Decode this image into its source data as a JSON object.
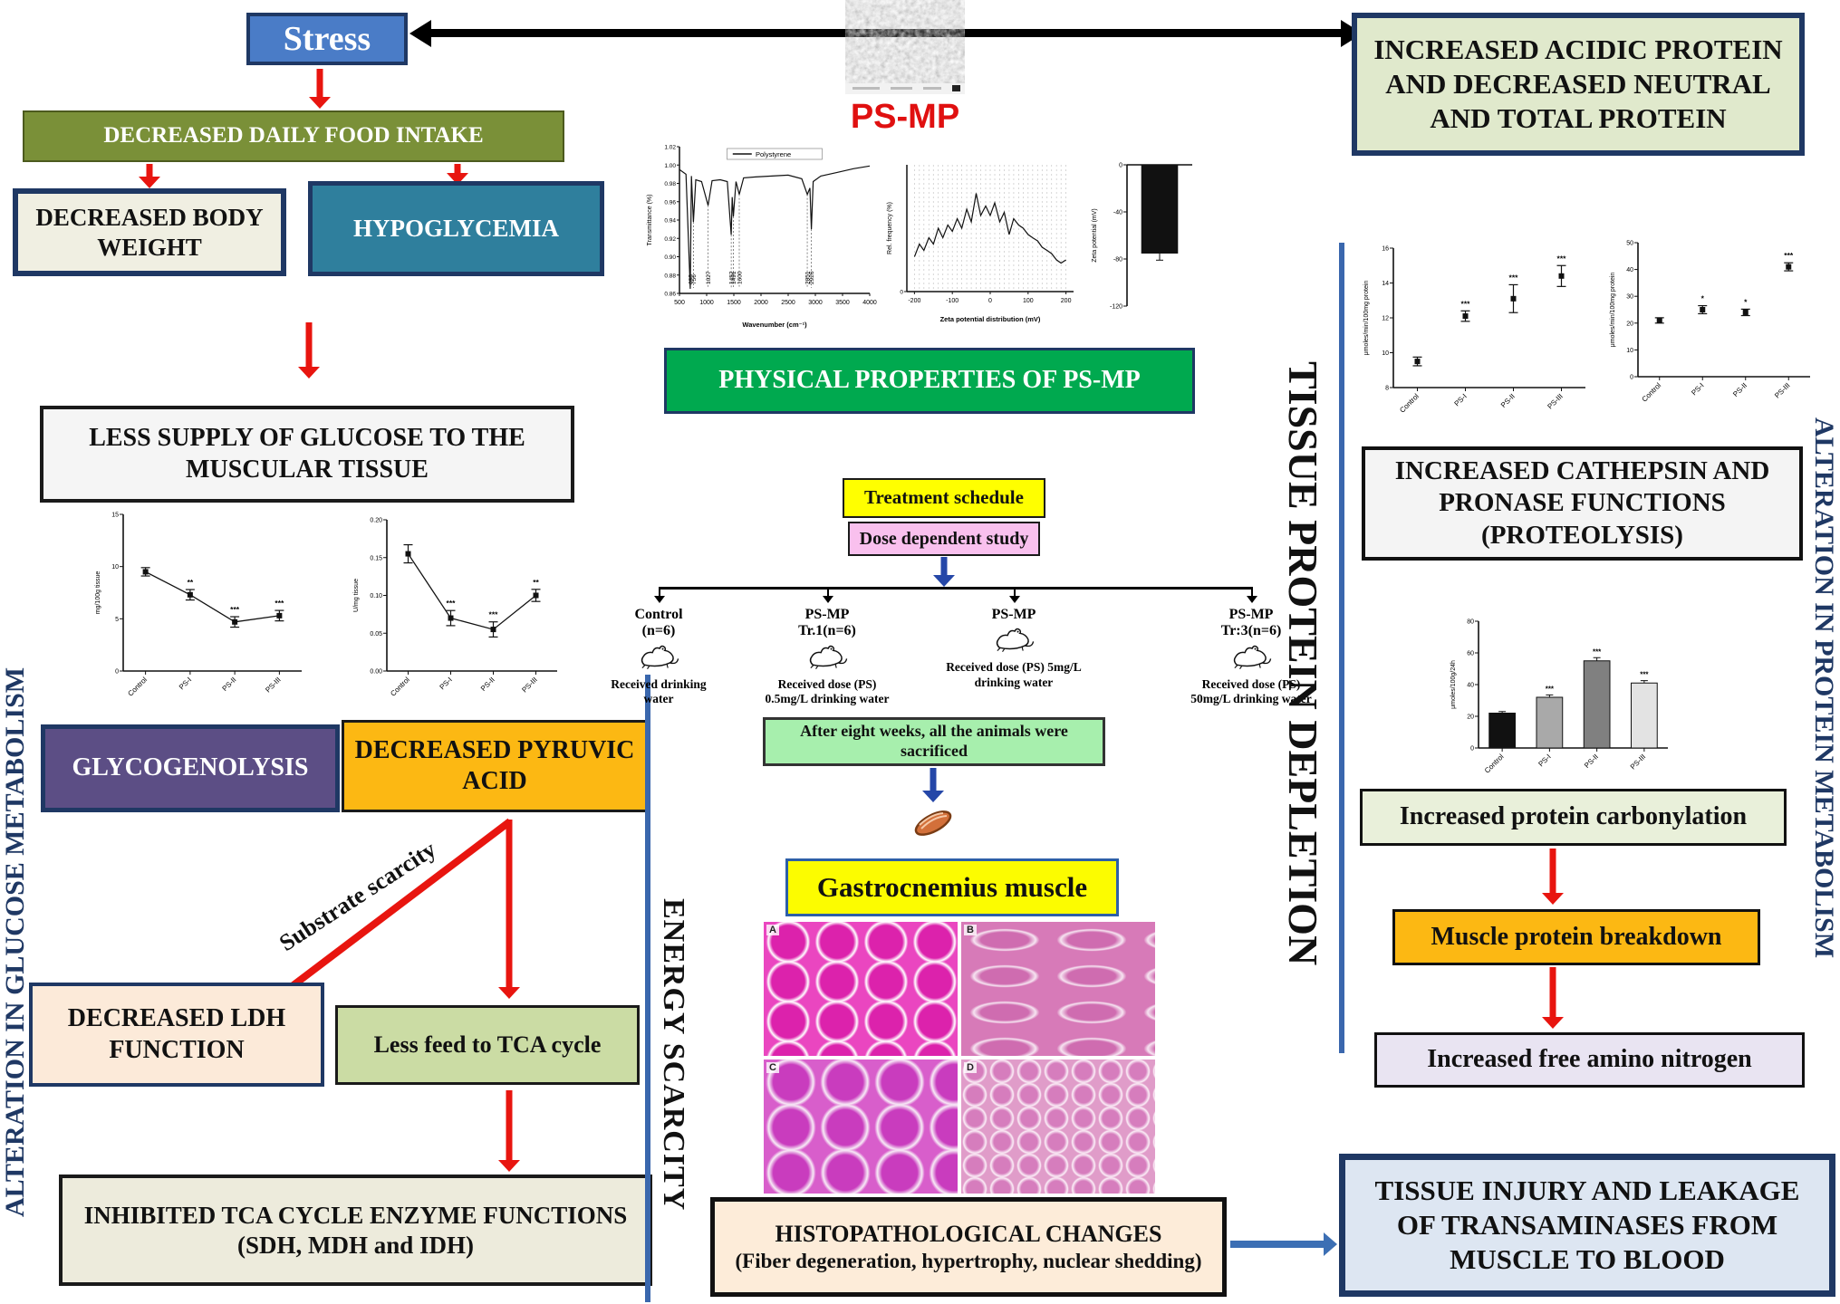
{
  "labels": {
    "stress": "Stress",
    "food_intake": "DECREASED  DAILY  FOOD  INTAKE",
    "body_weight": "DECREASED BODY WEIGHT",
    "hypoglycemia": "HYPOGLYCEMIA",
    "less_supply": "LESS SUPPLY  OF GLUCOSE  TO THE MUSCULAR  TISSUE",
    "glycogenolysis": "GLYCOGENOLYSIS",
    "pyruvic": "DECREASED PYRUVIC  ACID",
    "substrate_scarcity": "Substrate scarcity",
    "ldh": "DECREASED  LDH FUNCTION",
    "tca_feed": "Less feed  to TCA  cycle",
    "inhibited": "INHIBITED  TCA CYCLE  ENZYME FUNCTIONS  (SDH, MDH  and  IDH)",
    "alteration_glucose": "ALTERATION IN GLUCOSE METABOLISM",
    "energy_scarcity": "ENERGY SCARCITY",
    "ps_mp": "PS-MP",
    "physical_properties": "PHYSICAL  PROPERTIES  OF PS-MP",
    "treatment_schedule": "Treatment schedule",
    "dose_study": "Dose dependent study",
    "sacrificed": "After eight weeks, all the animals were sacrificed",
    "gastrocnemius": "Gastrocnemius  muscle",
    "histo_line1": "HISTOPATHOLOGICAL  CHANGES",
    "histo_line2": "(Fiber degeneration, hypertrophy, nuclear shedding)",
    "acidic_protein": "INCREASED ACIDIC PROTEIN AND DECREASED NEUTRAL AND TOTAL PROTEIN",
    "tissue_depletion": "TISSUE PROTEIN DEPLETION",
    "cathepsin": "INCREASED  CATHEPSIN AND PRONASE FUNCTIONS (PROTEOLYSIS)",
    "carbonylation": "Increased  protein  carbonylation",
    "breakdown": "Muscle protein  breakdown",
    "amino": "Increased  free amino  nitrogen",
    "alteration_protein": "ALTERATION IN PROTEIN METABOLISM",
    "tissue_injury": "TISSUE INJURY AND LEAKAGE OF TRANSAMINASES FROM MUSCLE TO BLOOD"
  },
  "groups": [
    {
      "name1": "Control",
      "name2": "(n=6)",
      "dose": "Received drinking water"
    },
    {
      "name1": "PS-MP",
      "name2": "Tr.1(n=6)",
      "dose": "Received dose (PS) 0.5mg/L drinking water"
    },
    {
      "name1": "PS-MP",
      "name2": "",
      "dose": "Received dose (PS) 5mg/L drinking water"
    },
    {
      "name1": "PS-MP",
      "name2": "Tr:3(n=6)",
      "dose": "Received dose (PS) 50mg/L drinking water"
    }
  ],
  "histology_panels": [
    "A",
    "B",
    "C",
    "D"
  ],
  "colors": {
    "stress_blue": "#4a7cc7",
    "navy": "#1f3864",
    "olive": "#7a9038",
    "teal": "#2f7f9d",
    "cream": "#f0efe2",
    "purple": "#5c4e85",
    "orange": "#fcb813",
    "ldh_cream": "#fcead9",
    "tca_green": "#cbdca4",
    "inhibited_gray": "#edebdc",
    "phys_green": "#00a94f",
    "yellow": "#ffff00",
    "pink": "#f9c0ee",
    "sacrificed_green": "#a7efad",
    "histo_cream": "#fdecd9",
    "acidic_green": "#e0e9cc",
    "cathepsin_gray": "#f4f4f4",
    "carbonyl_green": "#e9f0da",
    "amino_lavender": "#e9e4f2",
    "injury_blue": "#dde6f2",
    "arrow_red": "#e8150f",
    "arrow_blue": "#2547a8",
    "line_blue": "#3a67ad",
    "psmp_red": "#e01010"
  },
  "chart_data": [
    {
      "id": "ftir",
      "type": "line",
      "legend": "Polystyrene",
      "xlabel": "Wavenumber (cm⁻¹)",
      "ylabel": "Transmittance (%)",
      "xlim": [
        500,
        4000
      ],
      "ylim": [
        0.86,
        1.02
      ],
      "xticks": [
        500,
        1000,
        1500,
        2000,
        2500,
        3000,
        3500,
        4000
      ],
      "yticks": [
        0.86,
        0.88,
        0.9,
        0.92,
        0.94,
        0.96,
        0.98,
        1.0,
        1.02
      ],
      "ydec": 2,
      "points": [
        [
          500,
          0.995
        ],
        [
          620,
          0.99
        ],
        [
          698,
          0.865
        ],
        [
          720,
          0.988
        ],
        [
          756,
          0.938
        ],
        [
          800,
          0.984
        ],
        [
          906,
          0.982
        ],
        [
          1027,
          0.956
        ],
        [
          1100,
          0.983
        ],
        [
          1250,
          0.984
        ],
        [
          1380,
          0.982
        ],
        [
          1452,
          0.924
        ],
        [
          1470,
          0.965
        ],
        [
          1491,
          0.944
        ],
        [
          1540,
          0.982
        ],
        [
          1600,
          0.968
        ],
        [
          1680,
          0.986
        ],
        [
          1900,
          0.987
        ],
        [
          2200,
          0.988
        ],
        [
          2500,
          0.989
        ],
        [
          2750,
          0.985
        ],
        [
          2851,
          0.968
        ],
        [
          2900,
          0.975
        ],
        [
          2926,
          0.93
        ],
        [
          2960,
          0.982
        ],
        [
          3100,
          0.988
        ],
        [
          3400,
          0.992
        ],
        [
          3700,
          0.996
        ],
        [
          4000,
          0.999
        ]
      ],
      "peaks": [
        698,
        756,
        1027,
        1452,
        1491,
        1600,
        2851,
        2926
      ]
    },
    {
      "id": "zdist",
      "type": "line",
      "grid": true,
      "xlabel": "Zeta potential distribution (mV)",
      "ylabel": "Rel. frequency (%)",
      "xlim": [
        -220,
        220
      ],
      "ylim": [
        0,
        4
      ],
      "xticks": [
        -200,
        -100,
        0,
        100,
        200
      ],
      "yticks": [
        0
      ],
      "ydec": 0,
      "points": [
        [
          -200,
          1.1
        ],
        [
          -187,
          1.5
        ],
        [
          -175,
          1.3
        ],
        [
          -162,
          1.7
        ],
        [
          -150,
          1.5
        ],
        [
          -137,
          2.0
        ],
        [
          -125,
          1.7
        ],
        [
          -112,
          2.1
        ],
        [
          -100,
          1.9
        ],
        [
          -87,
          2.3
        ],
        [
          -75,
          2.0
        ],
        [
          -62,
          2.6
        ],
        [
          -50,
          2.2
        ],
        [
          -37,
          3.1
        ],
        [
          -25,
          2.4
        ],
        [
          -12,
          2.7
        ],
        [
          0,
          2.4
        ],
        [
          12,
          2.8
        ],
        [
          25,
          2.2
        ],
        [
          37,
          2.5
        ],
        [
          50,
          1.8
        ],
        [
          62,
          2.3
        ],
        [
          75,
          2.1
        ],
        [
          87,
          2.0
        ],
        [
          100,
          1.8
        ],
        [
          112,
          1.7
        ],
        [
          125,
          1.6
        ],
        [
          137,
          1.4
        ],
        [
          150,
          1.3
        ],
        [
          162,
          1.2
        ],
        [
          175,
          1.0
        ],
        [
          187,
          0.9
        ],
        [
          200,
          1.0
        ]
      ]
    },
    {
      "id": "zbar",
      "type": "bar",
      "ylabel": "Zeta potential (mV)",
      "categories": [
        ""
      ],
      "values": [
        -75
      ],
      "err": [
        6
      ],
      "sig": [
        ""
      ],
      "ylim": [
        -120,
        0
      ],
      "yticks": [
        0,
        -40,
        -80,
        -120
      ],
      "ydec": 0,
      "base": 0,
      "colors": [
        "#111111"
      ]
    },
    {
      "id": "glycogen",
      "type": "line",
      "ylabel": "mg/100g tissue",
      "categories": [
        "Control",
        "PS-I",
        "PS-II",
        "PS-III"
      ],
      "values": [
        9.5,
        7.3,
        4.7,
        5.3
      ],
      "err": [
        0.4,
        0.5,
        0.5,
        0.5
      ],
      "sig": [
        "",
        "**",
        "***",
        "***"
      ],
      "ylim": [
        0,
        15
      ],
      "yticks": [
        0,
        5,
        10,
        15
      ],
      "ydec": 0
    },
    {
      "id": "pyruvic",
      "type": "line",
      "ylabel": "U/mg tissue",
      "categories": [
        "Control",
        "PS-I",
        "PS-II",
        "PS-III"
      ],
      "values": [
        0.155,
        0.07,
        0.055,
        0.1
      ],
      "err": [
        0.012,
        0.01,
        0.01,
        0.008
      ],
      "sig": [
        "",
        "***",
        "***",
        "**"
      ],
      "ylim": [
        0,
        0.2
      ],
      "yticks": [
        0,
        0.05,
        0.1,
        0.15,
        0.2
      ],
      "ydec": 2
    },
    {
      "id": "protease1",
      "type": "scatter",
      "ylabel": "μmoles/min/100mg protein",
      "categories": [
        "Control",
        "PS-I",
        "PS-II",
        "PS-III"
      ],
      "values": [
        9.5,
        12.1,
        13.1,
        14.4
      ],
      "err": [
        0.25,
        0.3,
        0.8,
        0.6
      ],
      "sig": [
        "",
        "***",
        "***",
        "***"
      ],
      "ylim": [
        8,
        16
      ],
      "yticks": [
        8,
        10,
        12,
        14,
        16
      ],
      "ydec": 0
    },
    {
      "id": "protease2",
      "type": "scatter",
      "ylabel": "μmoles/min/100mg protein",
      "categories": [
        "Control",
        "PS-I",
        "PS-II",
        "PS-III"
      ],
      "values": [
        21,
        25,
        24,
        41
      ],
      "err": [
        1,
        1.5,
        1.2,
        1.5
      ],
      "sig": [
        "",
        "*",
        "*",
        "***"
      ],
      "ylim": [
        0,
        50
      ],
      "yticks": [
        0,
        10,
        20,
        30,
        40,
        50
      ],
      "ydec": 0
    },
    {
      "id": "cathepsin",
      "type": "bar",
      "ylabel": "μmoles/100g/24h",
      "categories": [
        "Control",
        "PS-I",
        "PS-II",
        "PS-III"
      ],
      "values": [
        22,
        32,
        55,
        41
      ],
      "err": [
        1,
        1.5,
        2,
        1.5
      ],
      "sig": [
        "",
        "***",
        "***",
        "***"
      ],
      "ylim": [
        0,
        80
      ],
      "yticks": [
        0,
        20,
        40,
        60,
        80
      ],
      "ydec": 0,
      "colors": [
        "#111111",
        "#a9a9a9",
        "#808080",
        "#e3e3e3"
      ]
    }
  ]
}
